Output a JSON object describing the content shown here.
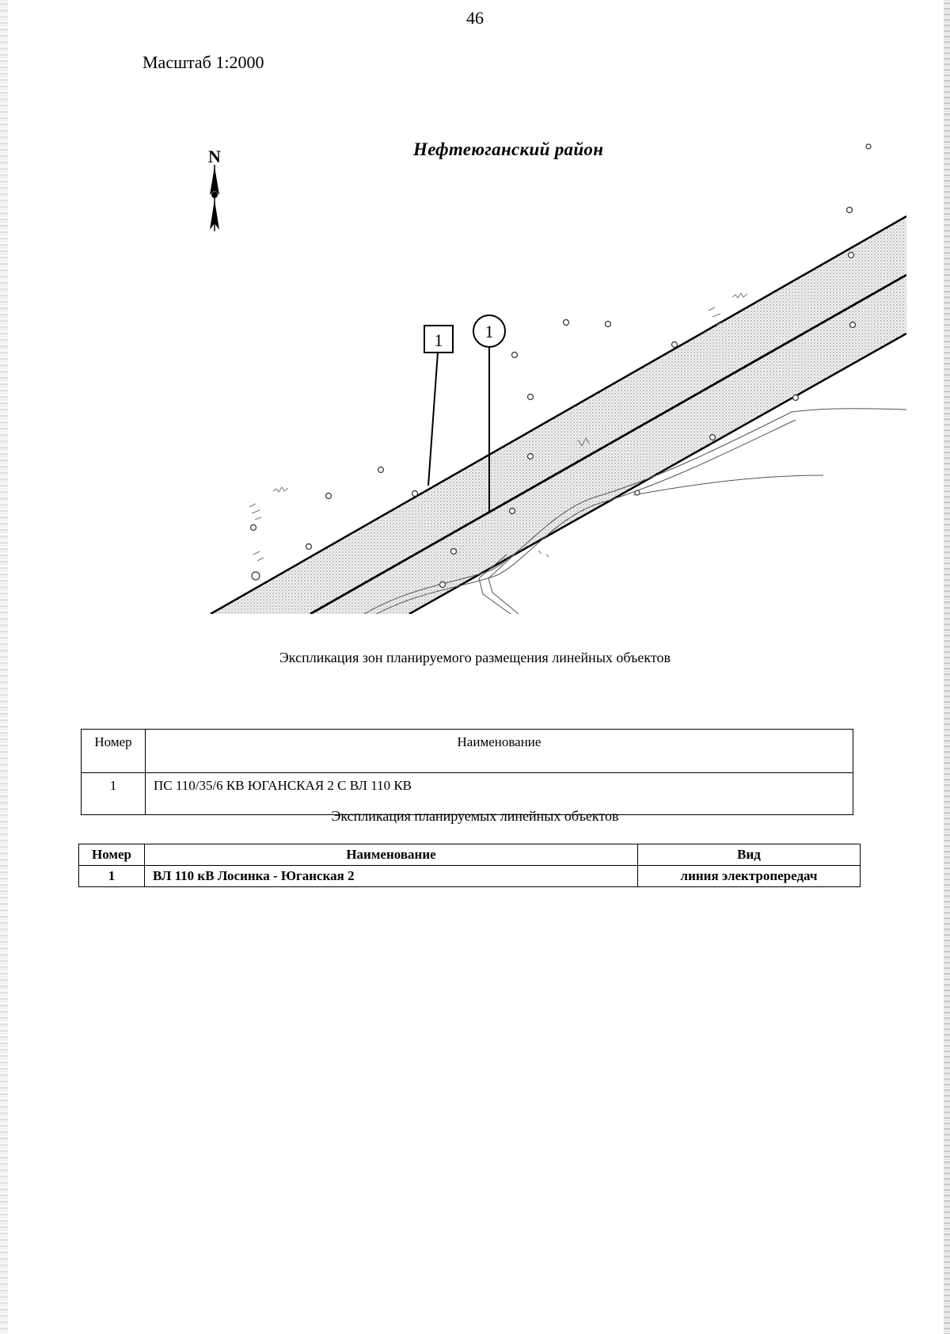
{
  "page": {
    "number": "46",
    "scale": "Масштаб 1:2000",
    "north_label": "N",
    "district_title": "Нефтеюганский район"
  },
  "map": {
    "zone_marker_label": "1",
    "object_marker_label": "1",
    "zone_fill_color": "#d8d8d8",
    "line_color": "#000000"
  },
  "zones_table": {
    "caption": "Экспликация зон планируемого размещения линейных объектов",
    "headers": [
      "Номер",
      "Наименование"
    ],
    "rows": [
      {
        "number": "1",
        "name": "ПС 110/35/6 КВ ЮГАНСКАЯ 2 С ВЛ 110 КВ"
      }
    ]
  },
  "objects_table": {
    "caption": "Экспликация планируемых линейных объектов",
    "headers": [
      "Номер",
      "Наименование",
      "Вид"
    ],
    "rows": [
      {
        "number": "1",
        "name": "ВЛ 110 кВ Лосинка - Юганская 2",
        "type": "линия электропередач"
      }
    ]
  }
}
